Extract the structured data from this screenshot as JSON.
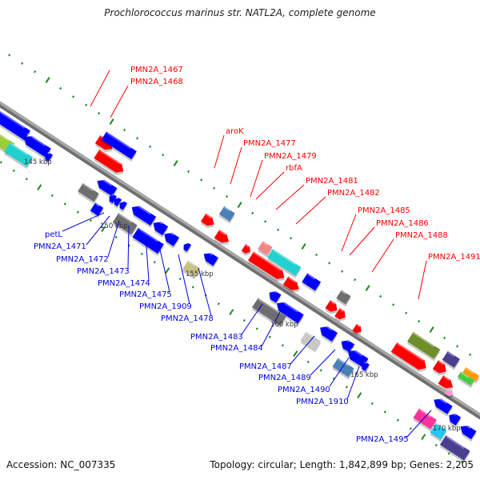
{
  "title": "Prochlorococcus marinus str. NATL2A, complete genome",
  "footer": {
    "accession": "Accession: NC_007335",
    "summary": "Topology: circular; Length: 1,842,899 bp; Genes: 2,205"
  },
  "colors": {
    "backbone": "#8a8a8a",
    "forward_label": "#ff0000",
    "reverse_label": "#0000dd",
    "tick": "#1a8a1a",
    "kbp_label": "#333333"
  },
  "scale_labels": [
    "145 kbp",
    "150 kbp",
    "155 kbp",
    "160 kbp",
    "165 kbp",
    "170 kbp"
  ],
  "forward_gene_labels": [
    "PMN2A_1467",
    "PMN2A_1468",
    "aroK",
    "PMN2A_1477",
    "PMN2A_1479",
    "rbfA",
    "PMN2A_1481",
    "PMN2A_1482",
    "PMN2A_1485",
    "PMN2A_1486",
    "PMN2A_1488",
    "PMN2A_1491"
  ],
  "reverse_gene_labels": [
    "petL",
    "PMN2A_1471",
    "PMN2A_1472",
    "PMN2A_1473",
    "PMN2A_1474",
    "PMN2A_1475",
    "PMN2A_1909",
    "PMN2A_1478",
    "PMN2A_1483",
    "PMN2A_1484",
    "PMN2A_1487",
    "PMN2A_1489",
    "PMN2A_1490",
    "PMN2A_1910",
    "PMN2A_1495"
  ],
  "feature_colors": {
    "cds_forward": "#ff0000",
    "cds_reverse": "#0000ff",
    "gray": "#6e6e6e",
    "light_gray": "#c8c8c8",
    "cyan": "#22d0d0",
    "steel_blue": "#4a80b8",
    "khaki": "#c8c080",
    "olive": "#6e8e2a",
    "lime": "#9acd32",
    "purple": "#4a3e90",
    "orange": "#ff9900",
    "green": "#44cc44",
    "pink": "#ff3399",
    "sky": "#22c8f0",
    "salmon": "#f08888",
    "light_pink": "#ff99cc"
  }
}
